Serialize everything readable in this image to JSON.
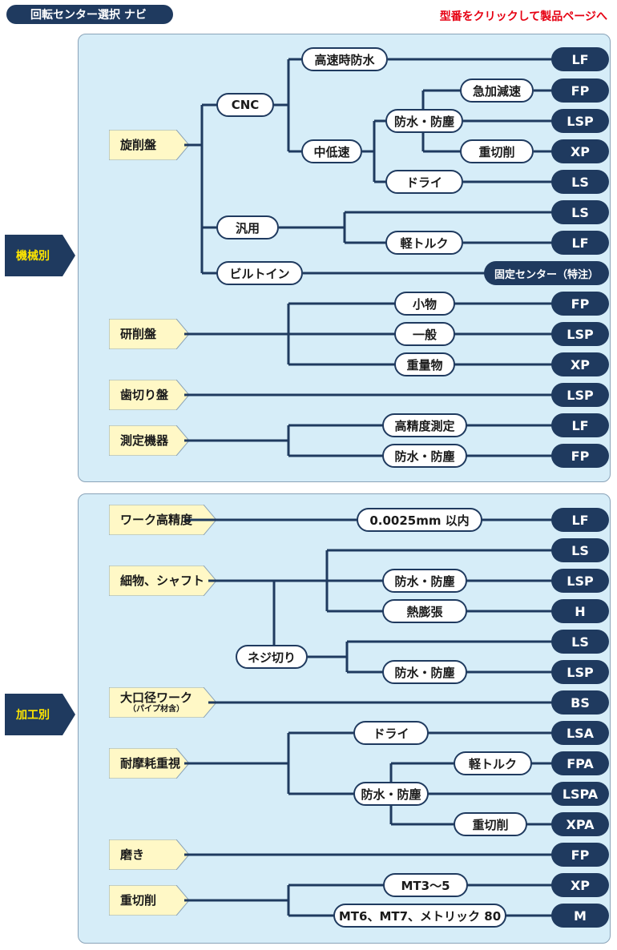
{
  "header": {
    "title": "回転センター選択 ナビ",
    "note": "型番をクリックして製品ページへ"
  },
  "colors": {
    "navy": "#1f3a5f",
    "panel": "#d6edf8",
    "category": "#fff8c6",
    "side_text": "#ffe600",
    "note": "#e60012"
  },
  "section1": {
    "label": "機械別",
    "categories": [
      "旋削盤",
      "研削盤",
      "歯切り盤",
      "測定機器"
    ],
    "nodes": {
      "cnc": "CNC",
      "high_speed_waterproof": "高速時防水",
      "mid_low_speed": "中低速",
      "sudden_accel": "急加減速",
      "waterproof_dustproof": "防水・防塵",
      "heavy_cutting": "重切削",
      "dry": "ドライ",
      "general": "汎用",
      "light_torque": "軽トルク",
      "builtin": "ビルトイン",
      "small": "小物",
      "ordinary": "一般",
      "heavy": "重量物",
      "high_precision_measure": "高精度測定",
      "waterproof_dustproof_2": "防水・防塵"
    },
    "models": [
      "LF",
      "FP",
      "LSP",
      "XP",
      "LS",
      "LS",
      "LF",
      "固定センター（特注）",
      "FP",
      "LSP",
      "XP",
      "LSP",
      "LF",
      "FP"
    ]
  },
  "section2": {
    "label": "加工別",
    "categories": [
      "ワーク高精度",
      "細物、シャフト",
      "大口径ワーク",
      "耐摩耗重視",
      "磨き",
      "重切削"
    ],
    "category_sub": "（パイプ材含）",
    "nodes": {
      "precision_value": "0.0025mm 以内",
      "waterproof_a": "防水・防塵",
      "thermal": "熱膨張",
      "threading": "ネジ切り",
      "waterproof_b": "防水・防塵",
      "dry": "ドライ",
      "light_torque": "軽トルク",
      "waterproof_c": "防水・防塵",
      "heavy_cutting": "重切削",
      "mt35": "MT3〜5",
      "mt67": "MT6、MT7、メトリック 80"
    },
    "models": [
      "LF",
      "LS",
      "LSP",
      "H",
      "LS",
      "LSP",
      "BS",
      "LSA",
      "FPA",
      "LSPA",
      "XPA",
      "FP",
      "XP",
      "M"
    ]
  }
}
